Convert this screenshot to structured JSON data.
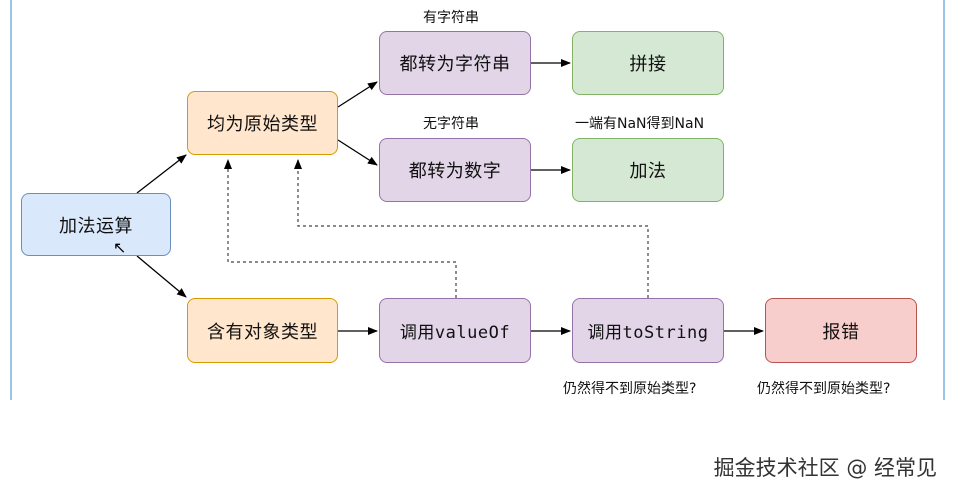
{
  "nodes": {
    "addition": "加法运算",
    "all_primitive": "均为原始类型",
    "to_string": "都转为字符串",
    "concat": "拼接",
    "to_number": "都转为数字",
    "add": "加法",
    "has_object": "含有对象类型",
    "call_valueof": "调用valueOf",
    "call_tostring": "调用toString",
    "error": "报错"
  },
  "labels": {
    "has_string": "有字符串",
    "no_string": "无字符串",
    "nan_rule": "一端有NaN得到NaN",
    "still_not_primitive_1": "仍然得不到原始类型?",
    "still_not_primitive_2": "仍然得不到原始类型?"
  },
  "watermark": "掘金技术社区 @ 经常见",
  "colors": {
    "blue_fill": "#dae8fc",
    "orange_fill": "#ffe6cc",
    "purple_fill": "#e1d5e7",
    "green_fill": "#d5e8d4",
    "red_fill": "#f8cecc"
  }
}
